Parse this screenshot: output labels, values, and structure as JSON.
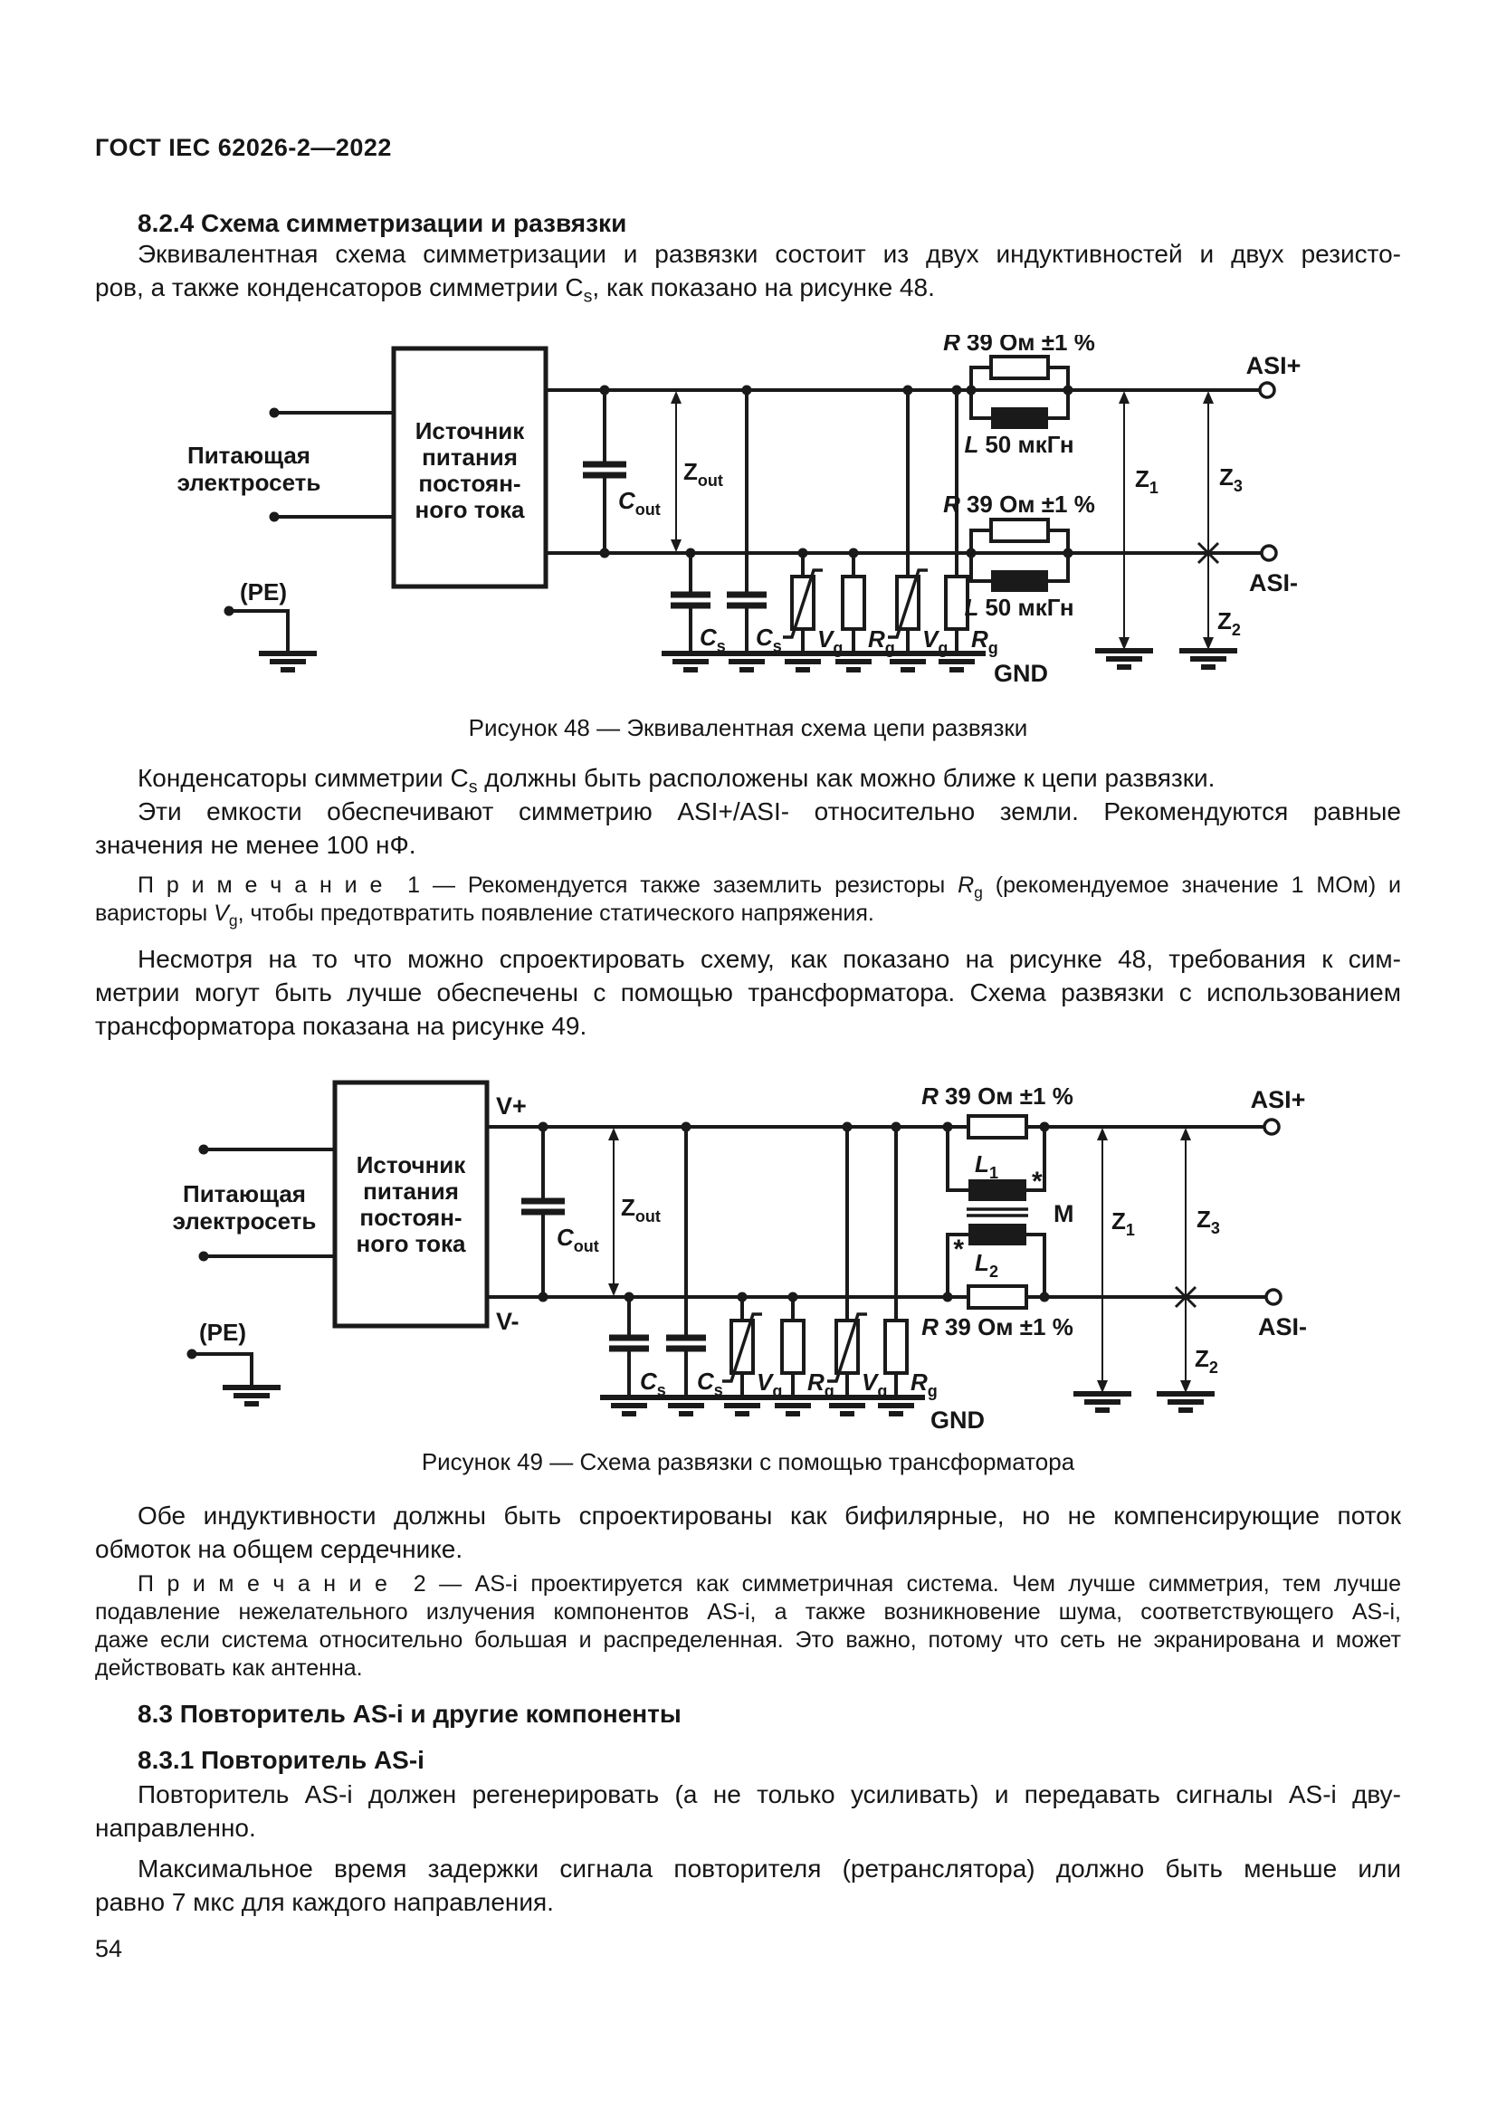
{
  "page": {
    "header": "ГОСТ IEC 62026-2—2022",
    "number": "54"
  },
  "sym": {
    "C": "C",
    "Z": "Z",
    "R": "R",
    "L": "L",
    "V": "V",
    "M": "M",
    "s_out": "out",
    "s_s": "s",
    "s_g": "g",
    "s_1": "1",
    "s_2": "2",
    "s_3": "3",
    "star": "*"
  },
  "fig": {
    "supply1": "Питающая",
    "supply2": "электросеть",
    "box": [
      "Источник",
      "питания",
      "постоян-",
      "ного тока"
    ],
    "pe": "(PE)",
    "r_value": "39 Ом ±1 %",
    "l_value": "50 мкГн",
    "gnd": "GND",
    "asi_plus": "ASI+",
    "asi_minus": "ASI-"
  },
  "s824": {
    "heading": "8.2.4 Схема симметризации и развязки",
    "l1": "Эквивалентная схема симметризации и развязки состоит из двух индуктивностей и двух резисто-",
    "l2a": "ров, а также конденсаторов симметрии C",
    "l2sub": "s",
    "l2b": ", как показано на рисунке 48."
  },
  "fig48": {
    "caption": "Рисунок 48 — Эквивалентная схема цепи развязки"
  },
  "after48": {
    "l1a": "Конденсаторы симметрии C",
    "l1sub": "s",
    "l1b": " должны быть расположены как можно ближе к цепи развязки.",
    "l2": "Эти емкости обеспечивают симметрию ASI+/ASI- относительно земли. Рекомендуются равные",
    "l3": "значения не менее 100 нФ."
  },
  "note1": {
    "l1a": "П р и м е ч а н и е  1 — Рекомендуется также заземлить резисторы ",
    "l1var": "R",
    "l1sub": "g",
    "l1b": " (рекомендуемое значение 1 МОм) и",
    "l2a": "варисторы ",
    "l2var": "V",
    "l2sub": "g",
    "l2b": ", чтобы предотвратить появление статического напряжения."
  },
  "between": {
    "l1": "Несмотря на то что можно спроектировать схему, как показано на рисунке 48, требования к сим-",
    "l2": "метрии могут быть лучше обеспечены с помощью трансформатора. Схема развязки с использованием",
    "l3": "трансформатора показана на рисунке 49."
  },
  "fig49": {
    "caption": "Рисунок 49 — Схема развязки с помощью трансформатора",
    "v_plus": "V+",
    "v_minus": "V-"
  },
  "after49": {
    "l1": "Обе индуктивности должны быть спроектированы как бифилярные, но не компенсирующие поток",
    "l2": "обмоток на общем сердечнике."
  },
  "note2": {
    "l1": "П р и м е ч а н и е  2 — AS-i проектируется как симметричная система. Чем лучше симметрия, тем лучше",
    "l2": "подавление нежелательного излучения компонентов AS-i, а также возникновение шума, соответствующего AS-i,",
    "l3": "даже если система относительно большая и распределенная. Это важно, потому что сеть не экранирована и может",
    "l4": "действовать как антенна."
  },
  "s83": {
    "heading": "8.3 Повторитель AS-i и другие компоненты"
  },
  "s831": {
    "heading": "8.3.1 Повторитель AS-i",
    "l1": "Повторитель AS-i должен регенерировать (а не только усиливать) и передавать сигналы AS-i дву-",
    "l2": "направленно.",
    "l3": "Максимальное время задержки сигнала повторителя (ретранслятора) должно быть меньше или",
    "l4": "равно 7 мкс для каждого направления."
  }
}
